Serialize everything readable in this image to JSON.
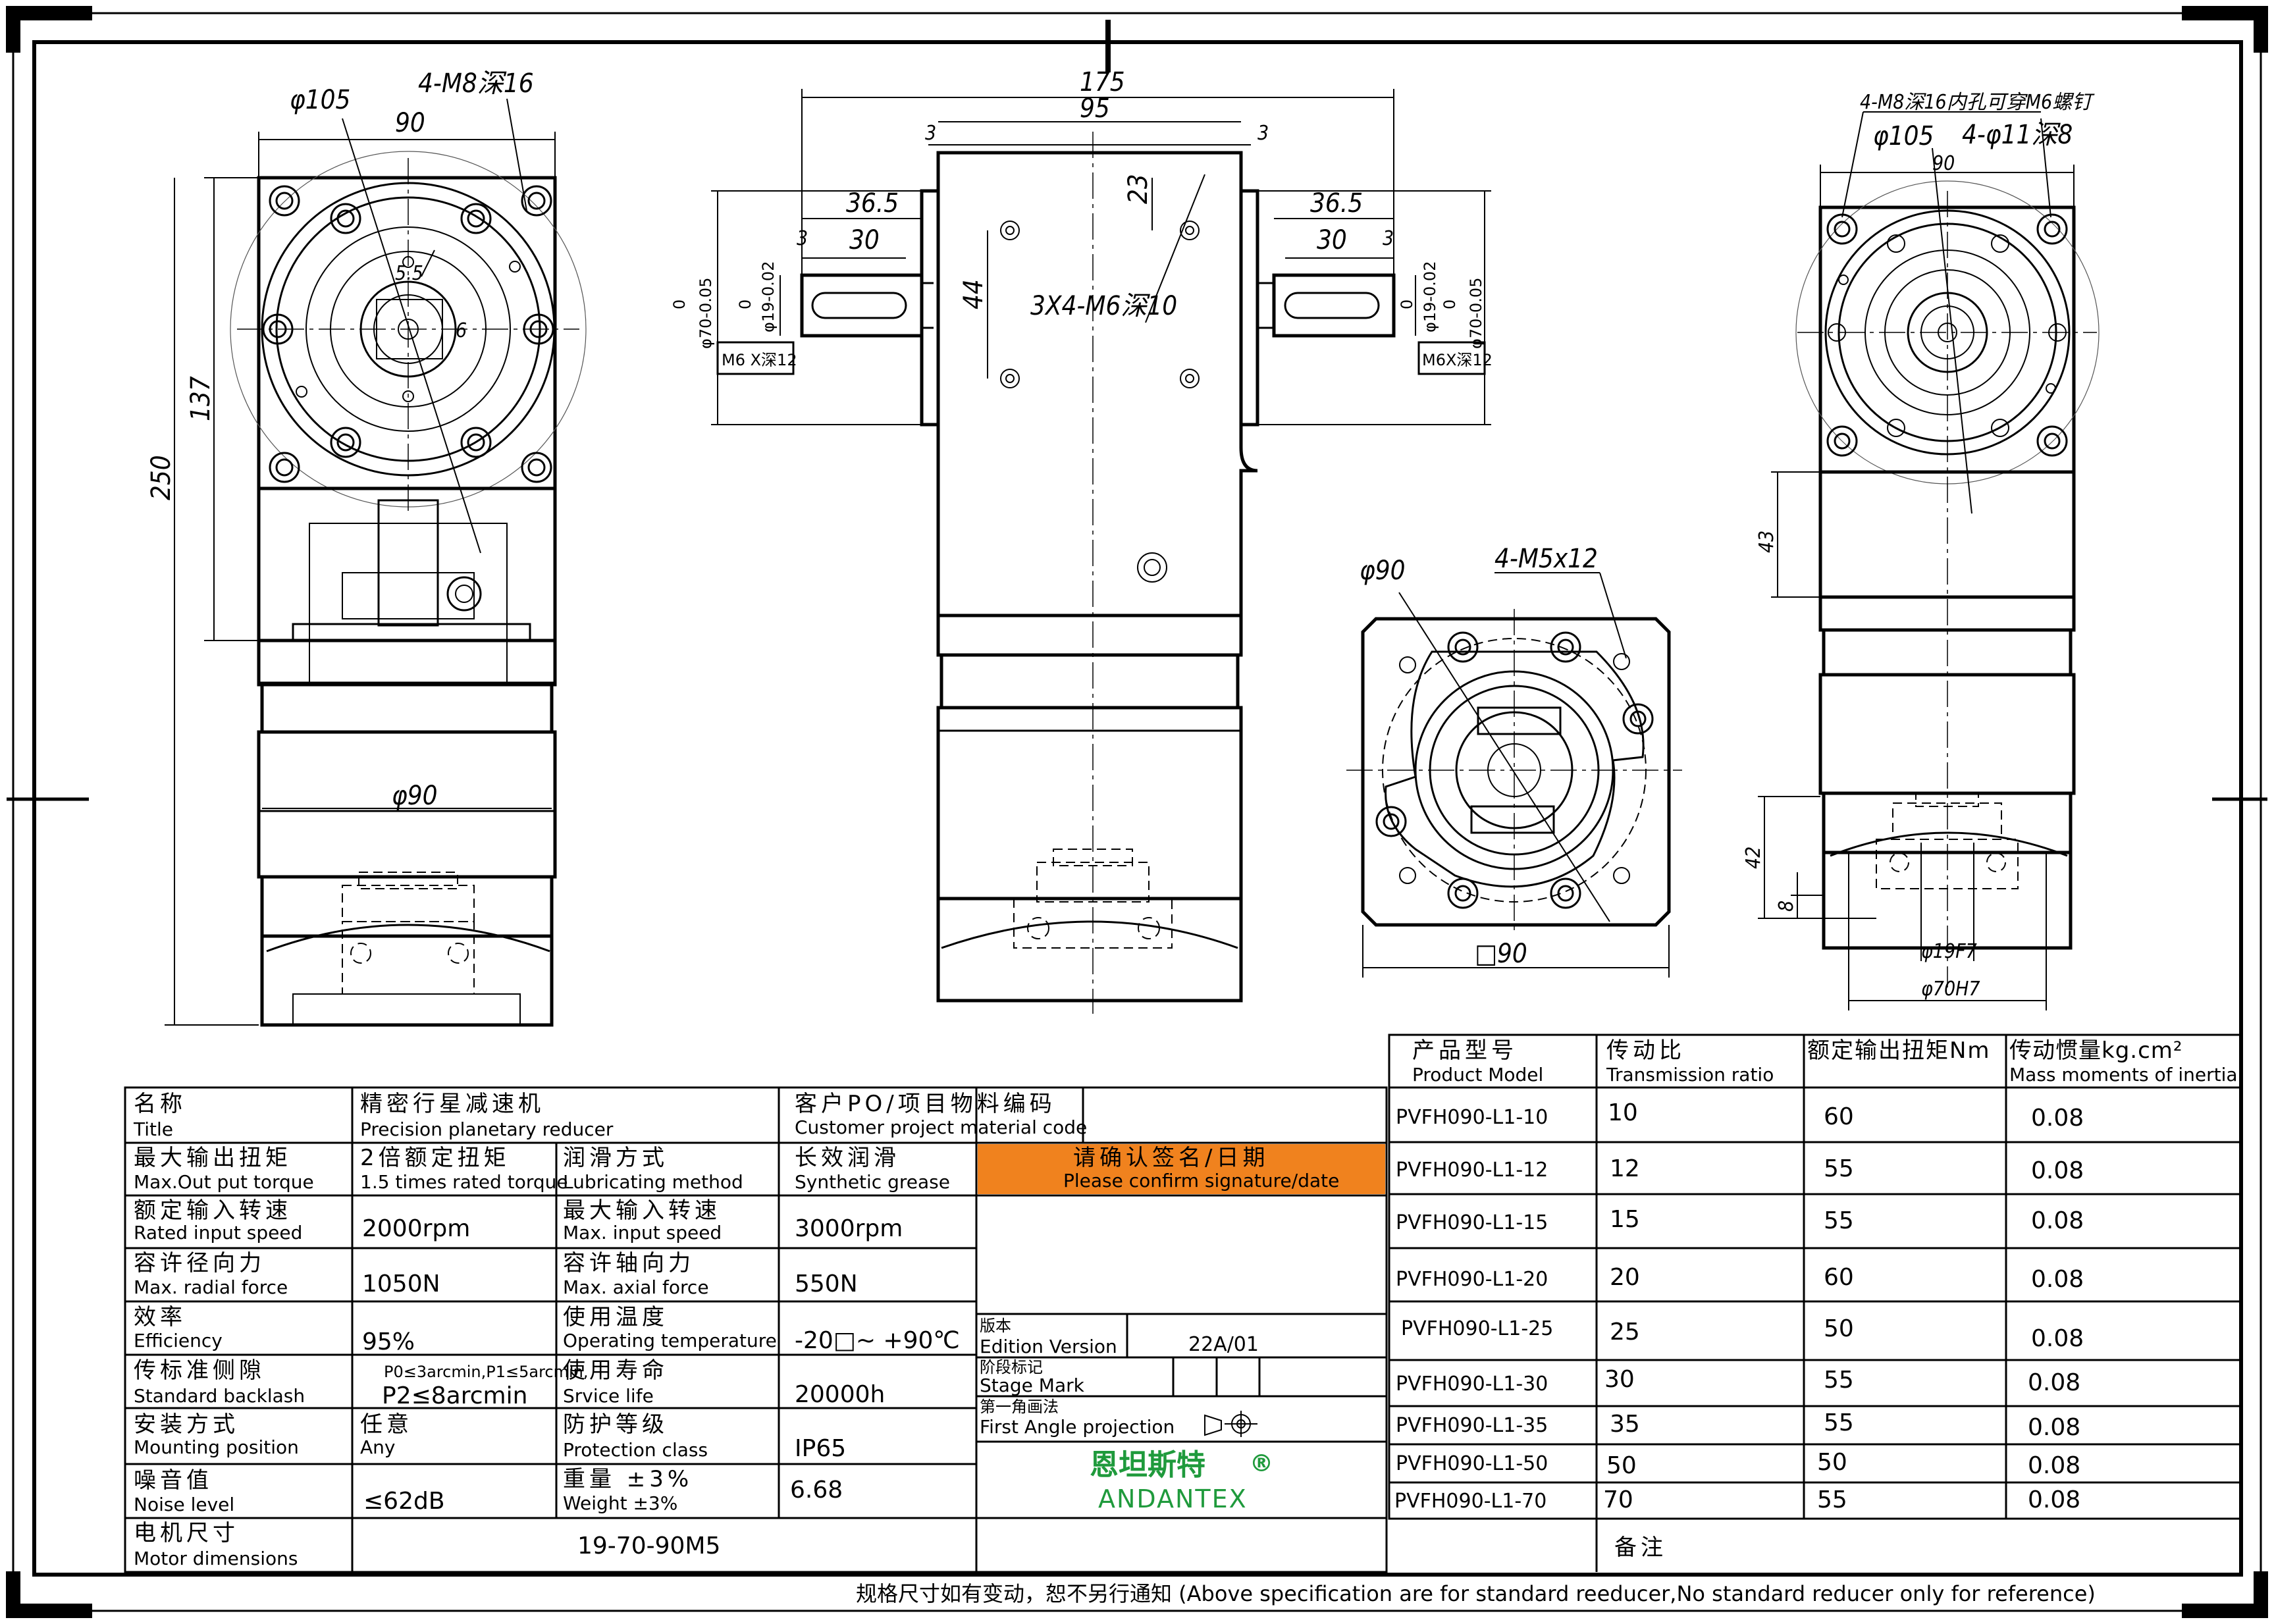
{
  "views": {
    "left": {
      "dim_bolt_circle": "φ105",
      "dim_tapped": "4-M8深16",
      "dim_width": "90",
      "dim_key": "5.5",
      "dim_key2": "6",
      "dim_height1": "137",
      "dim_height2": "250",
      "dim_body": "φ90"
    },
    "center": {
      "dim_total": "175",
      "dim_mid": "95",
      "dim_3a": "3",
      "dim_3b": "3",
      "dim_left_365": "36.5",
      "dim_left_30": "30",
      "dim_left_3": "3",
      "dim_right_365": "36.5",
      "dim_right_30": "30",
      "dim_right_3": "3",
      "dim_23": "23",
      "dim_44": "44",
      "dim_holes": "3X4-M6深10",
      "dim_left_d70": "φ70-0.05",
      "dim_left_d70_tol": "0",
      "dim_left_d19": "φ19-0.02",
      "dim_left_d19_tol": "0",
      "dim_right_d70": "φ70-0.05",
      "dim_right_d70_tol": "0",
      "dim_right_d19": "φ19-0.02",
      "dim_right_d19_tol": "0",
      "tap_left": "M6 X深12",
      "tap_right": "M6X深12"
    },
    "bottom": {
      "dim_d90": "φ90",
      "dim_m5": "4-M5x12",
      "dim_sq90": "□90"
    },
    "right": {
      "dim_tapped": "4-M8深16内孔可穿M6螺钉",
      "dim_bolt": "φ105",
      "dim_thru": "4-φ11深8",
      "dim_width": "90",
      "dim_43": "43",
      "dim_42": "42",
      "dim_8": "8",
      "dim_19f7": "φ19F7",
      "dim_70h7": "φ70H7"
    }
  },
  "spec_table": {
    "title_zh": "名称",
    "title_en": "Title",
    "title_val_zh": "精密行星减速机",
    "title_val_en": "Precision planetary reducer",
    "customer_zh": "客户PO/项目物料编码",
    "customer_en": "Customer project material code",
    "rows": [
      {
        "l1_zh": "最大输出扭矩",
        "l1_en": "Max.Out put torque",
        "v1_zh": "2倍额定扭矩",
        "v1_en": "1.5 times rated torque",
        "l2_zh": "润滑方式",
        "l2_en": "Lubricating method",
        "v2_zh": "长效润滑",
        "v2_en": "Synthetic grease"
      },
      {
        "l1_zh": "额定输入转速",
        "l1_en": "Rated input speed",
        "v1": "2000rpm",
        "l2_zh": "最大输入转速",
        "l2_en": "Max. input speed",
        "v2": "3000rpm"
      },
      {
        "l1_zh": "容许径向力",
        "l1_en": "Max. radial force",
        "v1": "1050N",
        "l2_zh": "容许轴向力",
        "l2_en": "Max. axial force",
        "v2": "550N"
      },
      {
        "l1_zh": "效率",
        "l1_en": "Efficiency",
        "v1": "95%",
        "l2_zh": "使用温度",
        "l2_en": "Operating temperature",
        "v2": "-20□~ +90℃"
      },
      {
        "l1_zh": "传标准侧隙",
        "l1_en": "Standard backlash",
        "v1_small": "P0≤3arcmin,P1≤5arcmin,",
        "v1": "P2≤8arcmin",
        "l2_zh": "使用寿命",
        "l2_en": "Srvice life",
        "v2": "20000h"
      },
      {
        "l1_zh": "安装方式",
        "l1_en": "Mounting position",
        "v1_zh": "任意",
        "v1_en": "Any",
        "l2_zh": "防护等级",
        "l2_en": "Protection class",
        "v2": "IP65"
      },
      {
        "l1_zh": "噪音值",
        "l1_en": "Noise level",
        "v1": "≤62dB",
        "l2_zh": "重量 ±3%",
        "l2_en": "Weight ±3%",
        "v2": "6.68"
      }
    ],
    "motor_zh": "电机尺寸",
    "motor_en": "Motor dimensions",
    "motor_val": "19-70-90M5",
    "confirm_zh": "请确认签名/日期",
    "confirm_en": "Please confirm signature/date",
    "edition_zh": "版本",
    "edition_en": "Edition Version",
    "edition_val": "22A/01",
    "stage_zh": "阶段标记",
    "stage_en": "Stage Mark",
    "projection_zh": "第一角画法",
    "projection_en": "First Angle projection",
    "brand_zh": "恩坦斯特",
    "brand_reg": "®",
    "brand_en": "ANDANTEX",
    "remark_zh": "备注"
  },
  "model_table": {
    "headers": [
      {
        "zh": "产品型号",
        "en": "Product Model"
      },
      {
        "zh": "传动比",
        "en": "Transmission ratio"
      },
      {
        "zh": "额定输出扭矩Nm",
        "en": ""
      },
      {
        "zh": "传动惯量kg.cm²",
        "en": "Mass moments of inertia"
      }
    ],
    "rows": [
      {
        "model": "PVFH090-L1-10",
        "ratio": "10",
        "torque": "60",
        "inertia": "0.08"
      },
      {
        "model": "PVFH090-L1-12",
        "ratio": "12",
        "torque": "55",
        "inertia": "0.08"
      },
      {
        "model": "PVFH090-L1-15",
        "ratio": "15",
        "torque": "55",
        "inertia": "0.08"
      },
      {
        "model": "PVFH090-L1-20",
        "ratio": "20",
        "torque": "60",
        "inertia": "0.08"
      },
      {
        "model": "PVFH090-L1-25",
        "ratio": "25",
        "torque": "50",
        "inertia": "0.08"
      },
      {
        "model": "PVFH090-L1-30",
        "ratio": "30",
        "torque": "55",
        "inertia": "0.08"
      },
      {
        "model": "PVFH090-L1-35",
        "ratio": "35",
        "torque": "55",
        "inertia": "0.08"
      },
      {
        "model": "PVFH090-L1-50",
        "ratio": "50",
        "torque": "50",
        "inertia": "0.08"
      },
      {
        "model": "PVFH090-L1-70",
        "ratio": "70",
        "torque": "55",
        "inertia": "0.08"
      }
    ]
  },
  "footer_note": "规格尺寸如有变动，恕不另行通知  (Above specification are for standard reeducer,No standard reducer only for reference)",
  "colors": {
    "confirm_bg": "#f0821e",
    "brand": "#1f9a3c"
  }
}
